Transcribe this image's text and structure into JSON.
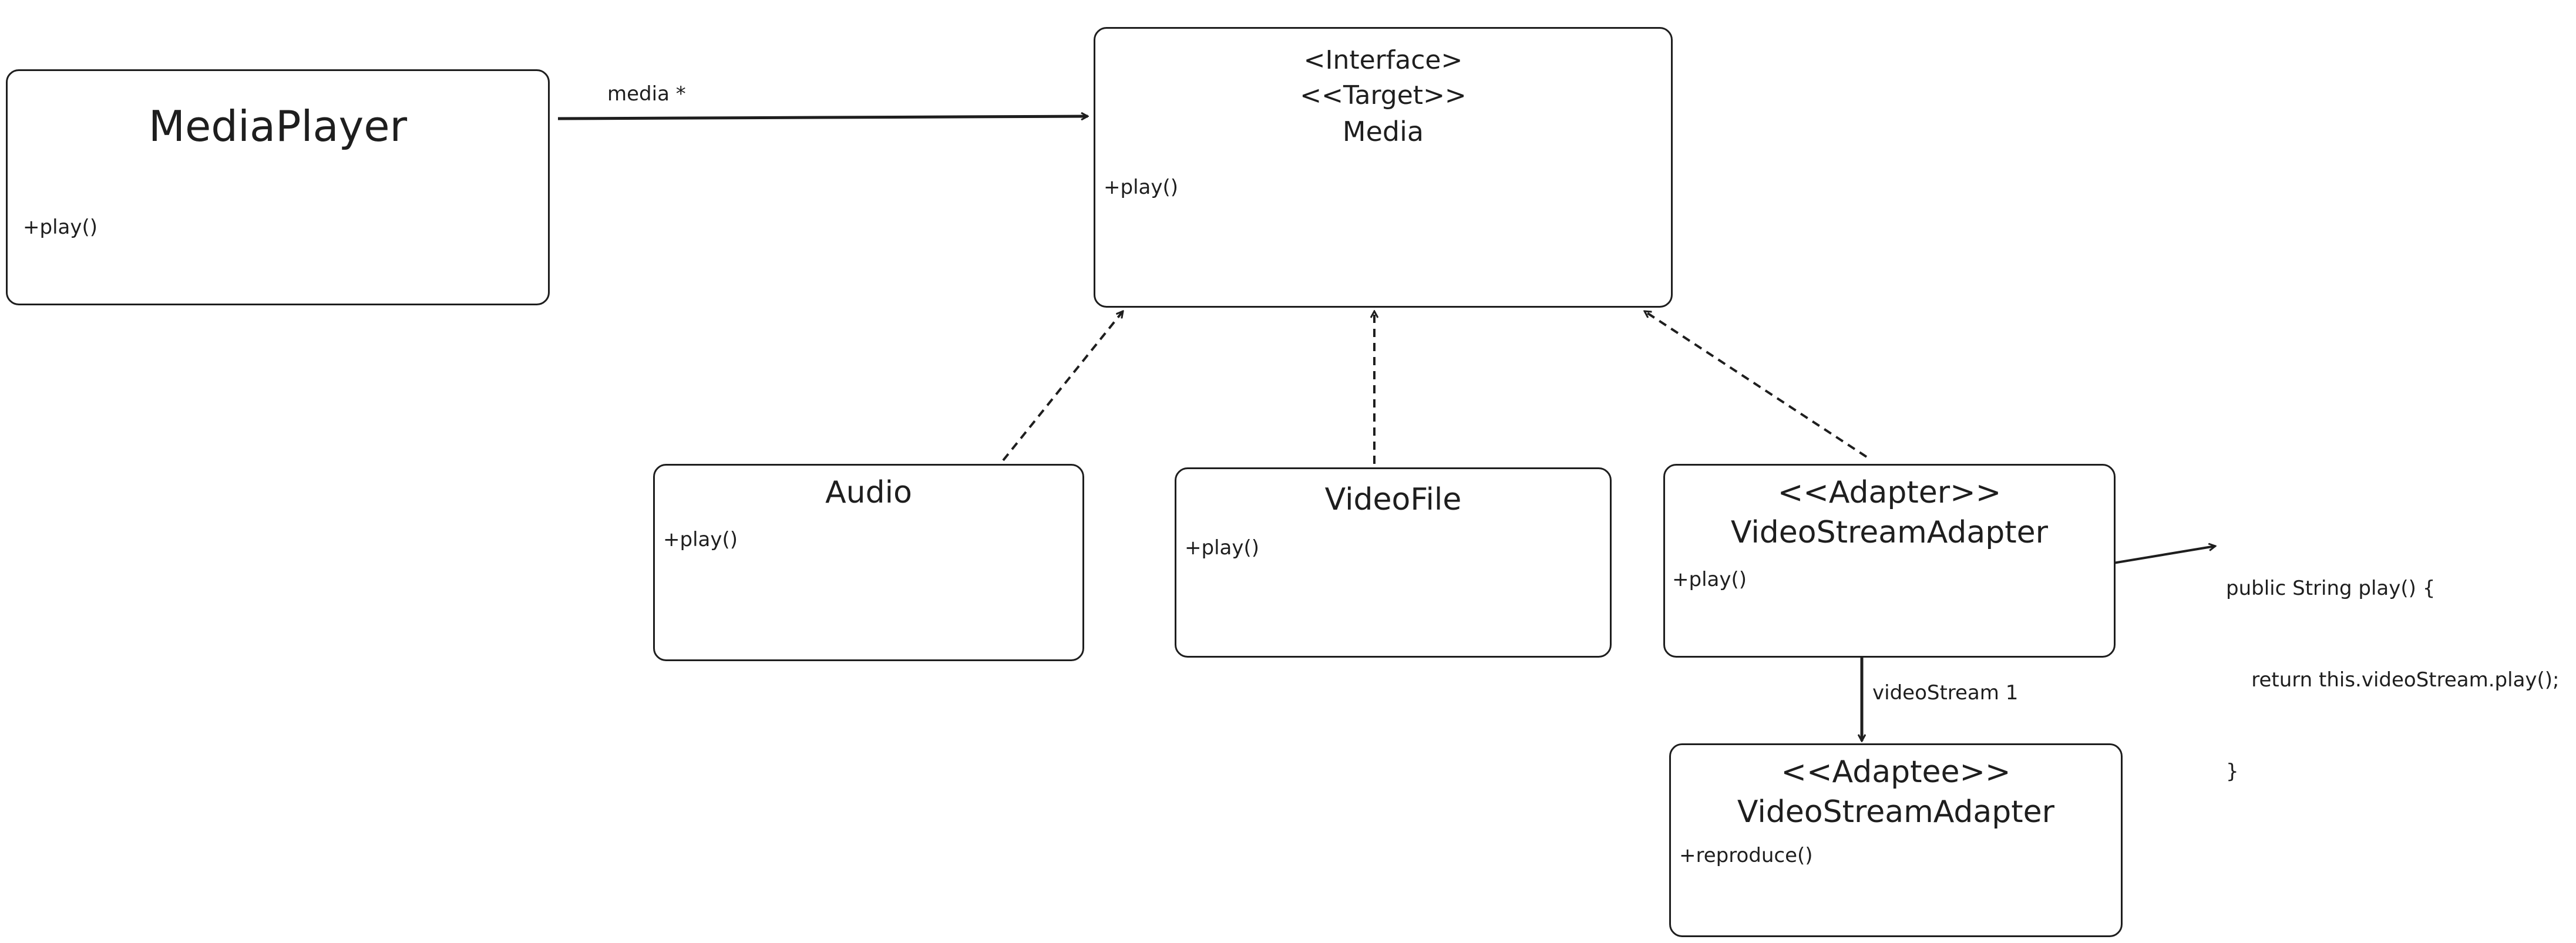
{
  "classes": {
    "media_player": {
      "name": "MediaPlayer",
      "method": "+play()"
    },
    "media": {
      "stereotype1": "<Interface>",
      "stereotype2": "<<Target>>",
      "name": "Media",
      "method": "+play()"
    },
    "audio": {
      "name": "Audio",
      "method": "+play()"
    },
    "video_file": {
      "name": "VideoFile",
      "method": "+play()"
    },
    "adapter": {
      "stereotype": "<<Adapter>>",
      "name": "VideoStreamAdapter",
      "method": "+play()"
    },
    "adaptee": {
      "stereotype": "<<Adaptee>>",
      "name": "VideoStreamAdapter",
      "method": "+reproduce()"
    }
  },
  "relations": {
    "media_label": "media *",
    "video_stream_label": "videoStream 1"
  },
  "note": {
    "line1": "public String play() {",
    "line2": "    return this.videoStream.play();",
    "line3": "}"
  },
  "colors": {
    "stroke": "#1e1e1e",
    "background": "#ffffff"
  }
}
